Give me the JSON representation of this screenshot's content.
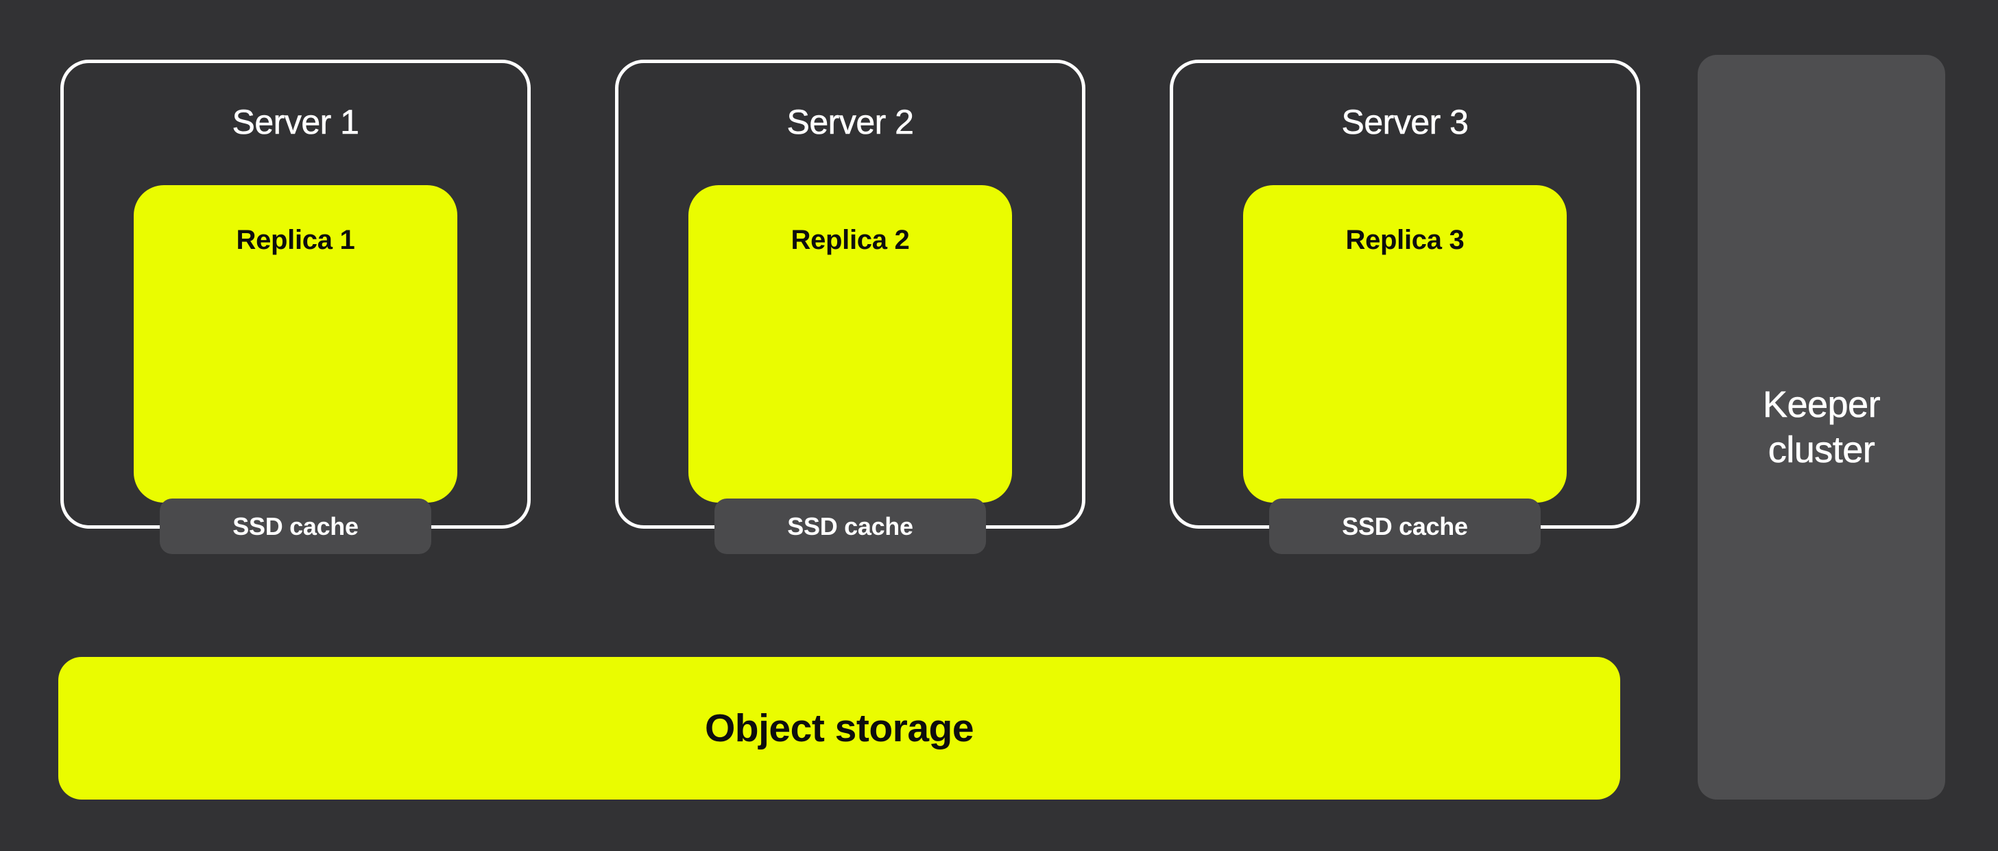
{
  "colors": {
    "background": "#323234",
    "accent_yellow": "#EAFC00",
    "panel_gray": "#4E4E50",
    "cache_gray": "#4A4A4C",
    "border_white": "#FFFFFF",
    "text_light": "#FFFFFF",
    "text_dark": "#0D0D0D"
  },
  "servers": [
    {
      "label": "Server 1",
      "replica_label": "Replica 1",
      "cache_label": "SSD cache"
    },
    {
      "label": "Server 2",
      "replica_label": "Replica 2",
      "cache_label": "SSD cache"
    },
    {
      "label": "Server 3",
      "replica_label": "Replica 3",
      "cache_label": "SSD cache"
    }
  ],
  "object_storage": {
    "label": "Object storage"
  },
  "keeper_cluster": {
    "label": "Keeper cluster"
  }
}
